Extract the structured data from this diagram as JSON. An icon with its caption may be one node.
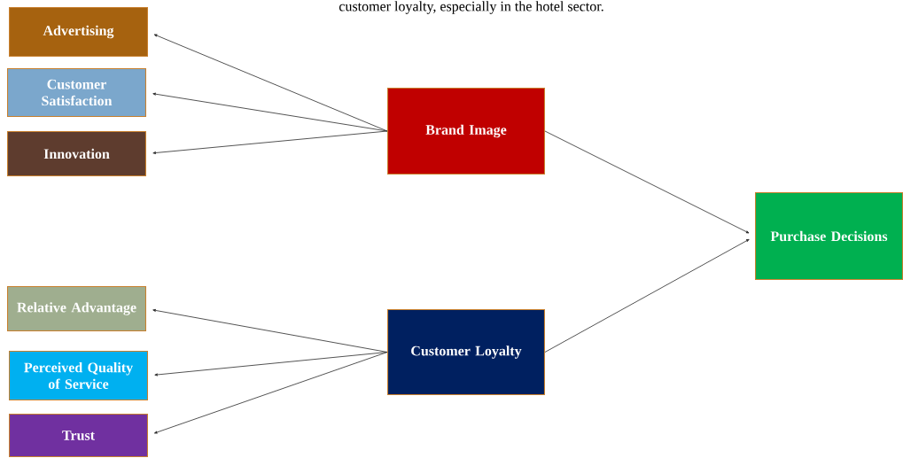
{
  "diagram": {
    "nodes": [
      {
        "text": [
          "Advertising"
        ]
      },
      {
        "text": [
          "Customer Satisfaction"
        ]
      },
      {
        "text": [
          "Innovation"
        ]
      },
      {
        "text": [
          "Brand Image"
        ]
      },
      {
        "text": [
          "Purchase Decisions"
        ]
      },
      {
        "text": [
          "Relative Advantage"
        ]
      },
      {
        "text": [
          "Perceived Quality of Service"
        ]
      },
      {
        "text": [
          "Trust"
        ]
      },
      {
        "text": [
          "Customer Loyalty"
        ]
      }
    ],
    "edges": [
      {
        "from": 3,
        "to": 0,
        "arrow": "to"
      },
      {
        "from": 3,
        "to": 1,
        "arrow": "to"
      },
      {
        "from": 3,
        "to": 2,
        "arrow": "to"
      },
      {
        "from": 3,
        "to": 4,
        "arrow": "to"
      },
      {
        "from": 8,
        "to": 4,
        "arrow": "to"
      },
      {
        "from": 8,
        "to": 5,
        "arrow": "to"
      },
      {
        "from": 8,
        "to": 6,
        "arrow": "to"
      },
      {
        "from": 8,
        "to": 7,
        "arrow": "to"
      }
    ],
    "labels": [
      "customer loyalty, especially in the hotel sector."
    ]
  }
}
